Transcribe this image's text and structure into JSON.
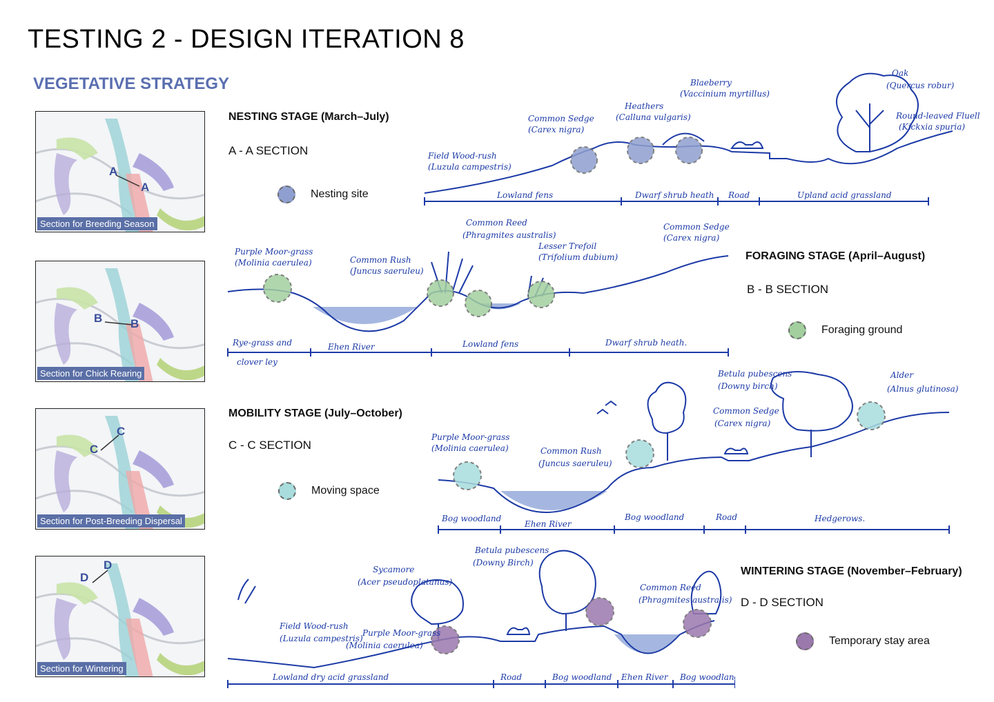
{
  "title": "TESTING 2 - DESIGN ITERATION 8",
  "subtitle": "VEGETATIVE STRATEGY",
  "colors": {
    "nesting": "#8f9fcf",
    "foraging": "#a3cf9f",
    "moving": "#a8dcdd",
    "wintering": "#9b79ad",
    "ink": "#1c3aa6",
    "water": "#8fa5d8"
  },
  "thumbs": [
    {
      "caption": "Section for Breeding Season",
      "left": "A",
      "right": "A"
    },
    {
      "caption": "Section for Chick Rearing",
      "left": "B",
      "right": "B"
    },
    {
      "caption": "Section for Post-Breeding Dispersal",
      "left": "C",
      "right": "C"
    },
    {
      "caption": "Section for Wintering",
      "left": "D",
      "right": "D"
    }
  ],
  "stages": [
    {
      "name": "NESTING STAGE (March–July)",
      "section": "A - A SECTION",
      "legend": "Nesting site"
    },
    {
      "name": "FORAGING STAGE (April–August)",
      "section": "B - B SECTION",
      "legend": "Foraging ground"
    },
    {
      "name": "MOBILITY STAGE (July–October)",
      "section": "C - C SECTION",
      "legend": "Moving space"
    },
    {
      "name": "WINTERING STAGE (November–February)",
      "section": "D - D SECTION",
      "legend": "Temporary stay area"
    }
  ],
  "sketchA": {
    "labels": [
      "Field Wood-rush",
      "(Luzula campestris)",
      "Common Sedge",
      "(Carex nigra)",
      "Heathers",
      "(Calluna vulgaris)",
      "Blaeberry",
      "(Vaccinium myrtillus)",
      "Oak",
      "(Quercus robur)",
      "Round-leaved Fluellen",
      "(Kickxia spuria)"
    ],
    "zones": [
      "Lowland fens",
      "Dwarf shrub heath",
      "Road",
      "Upland acid grassland"
    ]
  },
  "sketchB": {
    "labels": [
      "Purple Moor-grass",
      "(Molinia caerulea)",
      "Common Rush",
      "(Juncus saeruleu)",
      "Common Reed",
      "(Phragmites australis)",
      "Lesser Trefoil",
      "(Trifolium dubium)",
      "Common Sedge",
      "(Carex nigra)"
    ],
    "zones": [
      "Rye-grass and",
      "clover ley",
      "Ehen River",
      "Lowland fens",
      "Dwarf shrub heath."
    ]
  },
  "sketchC": {
    "labels": [
      "Purple Moor-grass",
      "(Molinia caerulea)",
      "Common Rush",
      "(Juncus saeruleu)",
      "Betula pubescens",
      "(Downy birch)",
      "Common Sedge",
      "(Carex nigra)",
      "Alder",
      "(Alnus glutinosa)"
    ],
    "zones": [
      "Bog woodland",
      "Ehen River",
      "Bog woodland",
      "Road",
      "Hedgerows."
    ]
  },
  "sketchD": {
    "labels": [
      "Field Wood-rush",
      "(Luzula campestris)",
      "Purple Moor-grass",
      "(Molinia caerulea)",
      "Sycamore",
      "(Acer pseudoplatanus)",
      "Betula pubescens",
      "(Downy Birch)",
      "Common Reed",
      "(Phragmites australis)"
    ],
    "zones": [
      "Lowland dry acid grassland",
      "Road",
      "Bog woodland",
      "Ehen River",
      "Bog woodland."
    ]
  }
}
